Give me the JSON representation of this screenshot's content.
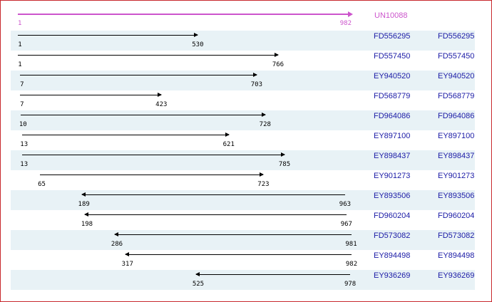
{
  "reference": {
    "id": "UN10088",
    "start": "1",
    "end": "982",
    "color": "#cc55cc"
  },
  "colors": {
    "row_alt": "#e8f2f6",
    "link": "#1a1aa6",
    "frame": "#c8282d"
  },
  "alignments": [
    {
      "id": "FD556295",
      "id2": "FD556295",
      "start": "1",
      "end": "530",
      "direction": "forward"
    },
    {
      "id": "FD557450",
      "id2": "FD557450",
      "start": "1",
      "end": "766",
      "direction": "forward"
    },
    {
      "id": "EY940520",
      "id2": "EY940520",
      "start": "7",
      "end": "703",
      "direction": "forward"
    },
    {
      "id": "FD568779",
      "id2": "FD568779",
      "start": "7",
      "end": "423",
      "direction": "forward"
    },
    {
      "id": "FD964086",
      "id2": "FD964086",
      "start": "10",
      "end": "728",
      "direction": "forward"
    },
    {
      "id": "EY897100",
      "id2": "EY897100",
      "start": "13",
      "end": "621",
      "direction": "forward"
    },
    {
      "id": "EY898437",
      "id2": "EY898437",
      "start": "13",
      "end": "785",
      "direction": "forward"
    },
    {
      "id": "EY901273",
      "id2": "EY901273",
      "start": "65",
      "end": "723",
      "direction": "forward"
    },
    {
      "id": "EY893506",
      "id2": "EY893506",
      "start": "189",
      "end": "963",
      "direction": "reverse"
    },
    {
      "id": "FD960204",
      "id2": "FD960204",
      "start": "198",
      "end": "967",
      "direction": "reverse"
    },
    {
      "id": "FD573082",
      "id2": "FD573082",
      "start": "286",
      "end": "981",
      "direction": "reverse"
    },
    {
      "id": "EY894498",
      "id2": "EY894498",
      "start": "317",
      "end": "982",
      "direction": "reverse"
    },
    {
      "id": "EY936269",
      "id2": "EY936269",
      "start": "525",
      "end": "978",
      "direction": "reverse"
    }
  ]
}
